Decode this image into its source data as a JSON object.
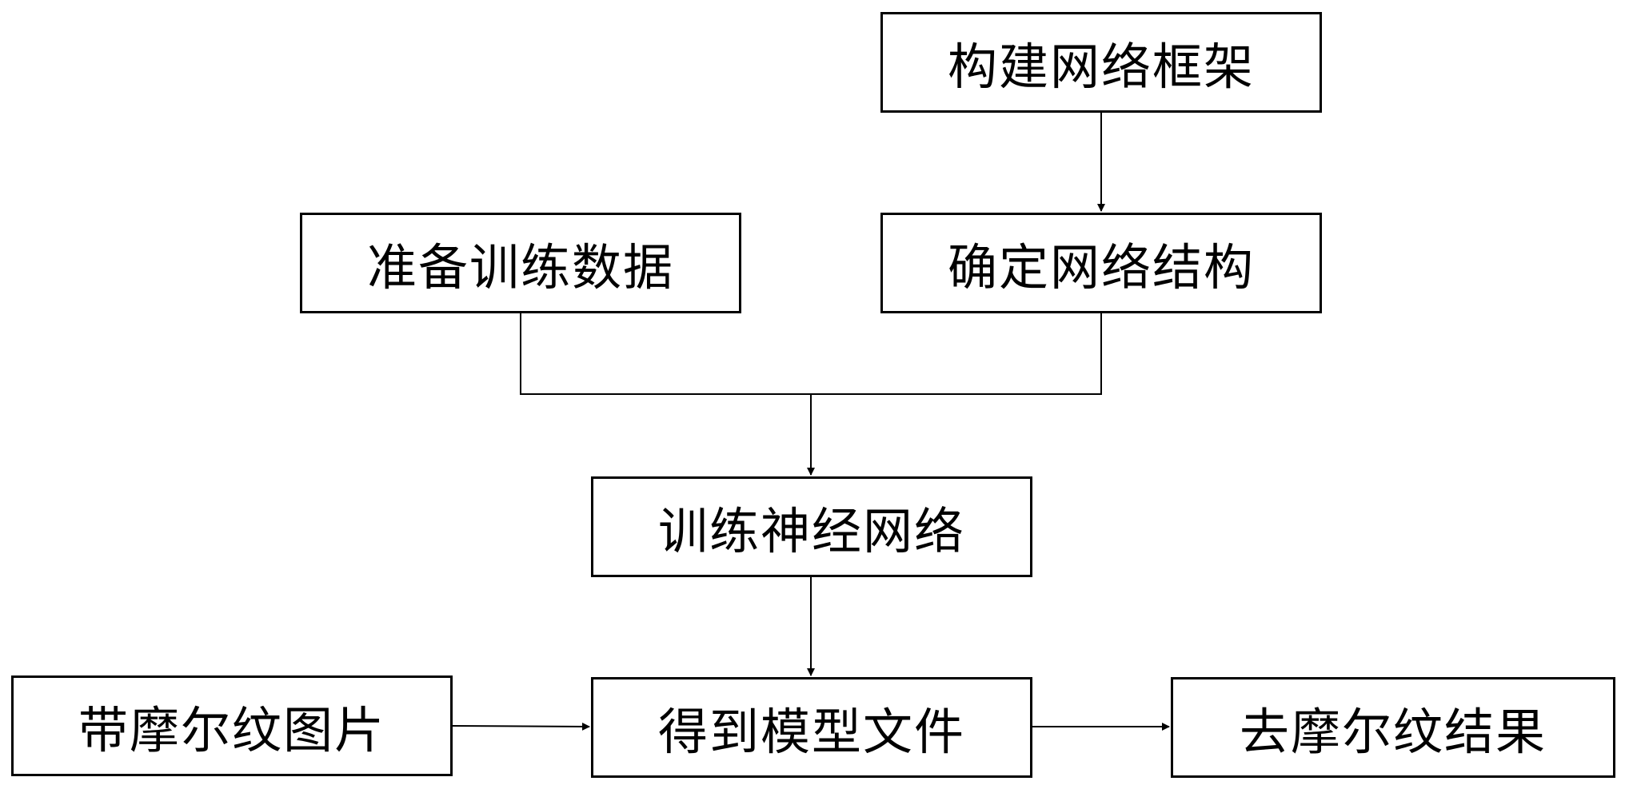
{
  "diagram": {
    "nodes": {
      "build_framework": "构建网络框架",
      "prepare_data": "准备训练数据",
      "determine_structure": "确定网络结构",
      "train_network": "训练神经网络",
      "moire_image": "带摩尔纹图片",
      "model_file": "得到模型文件",
      "demoire_result": "去摩尔纹结果"
    },
    "edges": [
      {
        "from": "build_framework",
        "to": "determine_structure"
      },
      {
        "from": "prepare_data",
        "to": "train_network"
      },
      {
        "from": "determine_structure",
        "to": "train_network"
      },
      {
        "from": "train_network",
        "to": "model_file"
      },
      {
        "from": "moire_image",
        "to": "model_file"
      },
      {
        "from": "model_file",
        "to": "demoire_result"
      }
    ],
    "colors": {
      "line": "#000000",
      "box_border": "#000000",
      "background": "#ffffff"
    }
  }
}
